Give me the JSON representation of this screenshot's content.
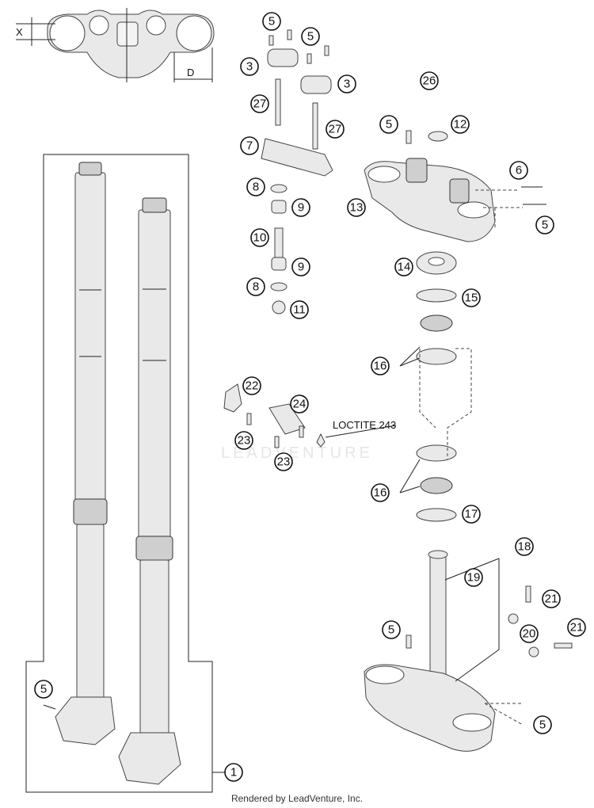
{
  "diagram": {
    "dimension_labels": {
      "x": "X",
      "d": "D"
    },
    "note": "LOCTITE 243",
    "watermark": "LEADVENTURE",
    "footer": "Rendered by LeadVenture, Inc."
  },
  "callouts": [
    {
      "id": "c5-a",
      "label": "5"
    },
    {
      "id": "c5-b",
      "label": "5"
    },
    {
      "id": "c3-a",
      "label": "3"
    },
    {
      "id": "c3-b",
      "label": "3"
    },
    {
      "id": "c27-a",
      "label": "27"
    },
    {
      "id": "c27-b",
      "label": "27"
    },
    {
      "id": "c7",
      "label": "7"
    },
    {
      "id": "c8-a",
      "label": "8"
    },
    {
      "id": "c9-a",
      "label": "9"
    },
    {
      "id": "c10",
      "label": "10"
    },
    {
      "id": "c9-b",
      "label": "9"
    },
    {
      "id": "c8-b",
      "label": "8"
    },
    {
      "id": "c11",
      "label": "11"
    },
    {
      "id": "c26",
      "label": "26"
    },
    {
      "id": "c5-c",
      "label": "5"
    },
    {
      "id": "c12",
      "label": "12"
    },
    {
      "id": "c6",
      "label": "6"
    },
    {
      "id": "c13",
      "label": "13"
    },
    {
      "id": "c5-d",
      "label": "5"
    },
    {
      "id": "c14",
      "label": "14"
    },
    {
      "id": "c15",
      "label": "15"
    },
    {
      "id": "c16-a",
      "label": "16"
    },
    {
      "id": "c22",
      "label": "22"
    },
    {
      "id": "c24",
      "label": "24"
    },
    {
      "id": "c23-a",
      "label": "23"
    },
    {
      "id": "c23-b",
      "label": "23"
    },
    {
      "id": "c16-b",
      "label": "16"
    },
    {
      "id": "c17",
      "label": "17"
    },
    {
      "id": "c18",
      "label": "18"
    },
    {
      "id": "c19",
      "label": "19"
    },
    {
      "id": "c21-a",
      "label": "21"
    },
    {
      "id": "c21-b",
      "label": "21"
    },
    {
      "id": "c20",
      "label": "20"
    },
    {
      "id": "c5-e",
      "label": "5"
    },
    {
      "id": "c5-f",
      "label": "5"
    },
    {
      "id": "c5-g",
      "label": "5"
    },
    {
      "id": "c1",
      "label": "1"
    }
  ]
}
